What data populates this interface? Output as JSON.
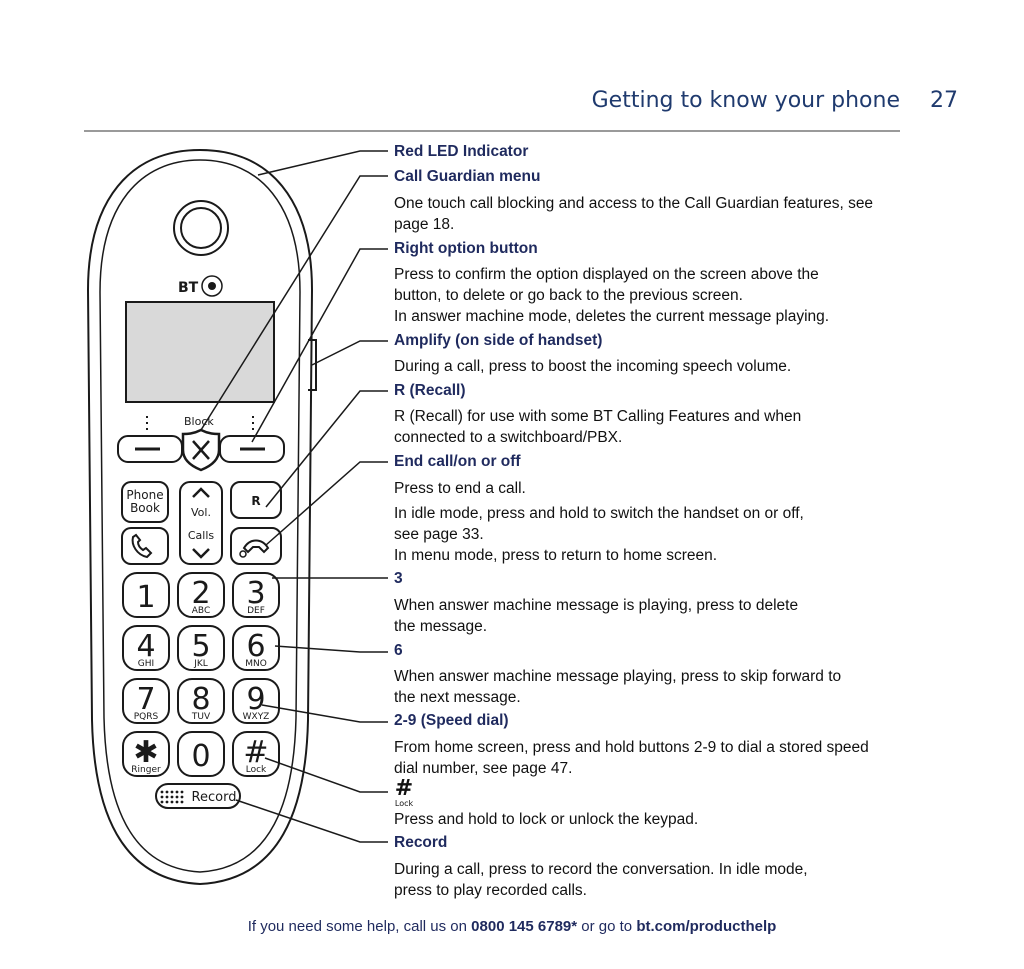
{
  "header": {
    "title": "Getting to know your phone",
    "page_number": "27"
  },
  "phone": {
    "brand": "BT",
    "block_label": "Block",
    "phonebook_label_1": "Phone",
    "phonebook_label_2": "Book",
    "vol_label": "Vol.",
    "calls_label": "Calls",
    "recall_key": "R",
    "keys": [
      {
        "digit": "1",
        "letters": ""
      },
      {
        "digit": "2",
        "letters": "ABC"
      },
      {
        "digit": "3",
        "letters": "DEF"
      },
      {
        "digit": "4",
        "letters": "GHI"
      },
      {
        "digit": "5",
        "letters": "JKL"
      },
      {
        "digit": "6",
        "letters": "MNO"
      },
      {
        "digit": "7",
        "letters": "PQRS"
      },
      {
        "digit": "8",
        "letters": "TUV"
      },
      {
        "digit": "9",
        "letters": "WXYZ"
      },
      {
        "digit": "✱",
        "letters": "Ringer"
      },
      {
        "digit": "0",
        "letters": ""
      },
      {
        "digit": "#",
        "letters": "Lock"
      }
    ],
    "record_label": "Record"
  },
  "callouts": [
    {
      "label": "Red LED Indicator",
      "lines": []
    },
    {
      "label": "Call Guardian menu",
      "lines": [
        "One touch call blocking and access to the Call Guardian features, see",
        "page 18."
      ]
    },
    {
      "label": "Right option button",
      "lines": [
        "Press to confirm the option displayed on the screen above the",
        "button, to delete or go back to the previous screen.",
        "In answer machine mode, deletes the current message playing."
      ]
    },
    {
      "label": "Amplify (on side of handset)",
      "lines": [
        "During a call, press to boost the incoming speech volume."
      ]
    },
    {
      "label": "R (Recall)",
      "lines": [
        "R (Recall) for use with some BT Calling Features and when",
        "connected to a switchboard/PBX."
      ]
    },
    {
      "label": "End call/on or off",
      "lines": [
        "Press to end a call."
      ],
      "lines2": [
        "In idle mode, press and hold to switch the handset on or off,",
        "see page 33.",
        "In menu mode, press to return to home screen."
      ]
    },
    {
      "label": "3",
      "lines": [
        "When answer machine message is playing, press to delete",
        "the message."
      ]
    },
    {
      "label": "6",
      "lines": [
        "When answer machine message playing, press to skip forward to",
        "the next message."
      ]
    },
    {
      "label": "2-9 (Speed dial)",
      "lines": [
        "From home screen, press and hold buttons 2-9 to dial a stored speed",
        "dial number, see page 47."
      ]
    },
    {
      "label": "",
      "icon_glyph": "#",
      "icon_sub": "Lock",
      "lines": [
        "Press and hold to lock or unlock the keypad."
      ]
    },
    {
      "label": "Record",
      "lines": [
        "During a call, press to record the conversation. In idle mode,",
        "press to play recorded calls."
      ]
    }
  ],
  "footer": {
    "prefix": "If you need some help, call us on ",
    "phone": "0800 145 6789*",
    "middle": " or go to ",
    "url": "bt.com/producthelp"
  }
}
